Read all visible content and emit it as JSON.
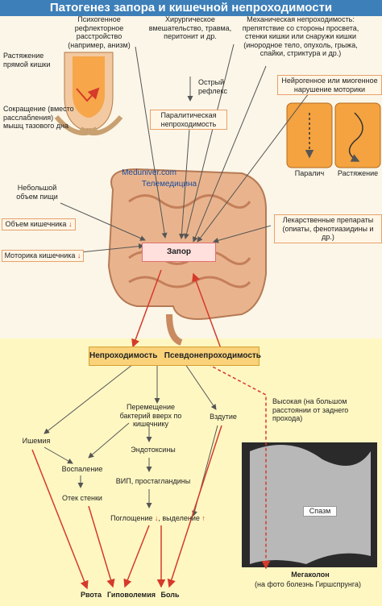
{
  "title": "Патогенез запора и кишечной непроходимости",
  "labels": {
    "psych": "Психогенное рефлекторное расстройство (например, анизм)",
    "surgery": "Хирургическое вмешательство, травма, перитонит и др.",
    "mech": "Механическая непроходимость: препятствие со стороны просвета, стенки кишки или снаружи кишки (инородное тело, опухоль, грыжа, спайки, стриктура и др.)",
    "stretch_rect": "Растяжение прямой кишки",
    "contraction": "Сокращение (вместо расслабления) мышц тазового дна",
    "acute_reflex": "Острый рефлекс",
    "neuro": "Нейрогенное или миогенное нарушение моторики",
    "paralytic": "Паралитическая непроходимость",
    "small_food": "Небольшой объем пищи",
    "volume": "Объем кишечника",
    "motility": "Моторика кишечника",
    "drugs": "Лекарственные препараты (опиаты, фенотиазидины и др.)",
    "paralysis": "Паралич",
    "stretching": "Растяжение",
    "constipation": "Запор",
    "obstruction": "Непроходимость",
    "pseudo": "Псевдонепроходимость",
    "bacteria": "Перемещение бактерий вверх по кишечнику",
    "bloating": "Вздутие",
    "high": "Высокая (на большом расстоянии от заднего прохода)",
    "ischemia": "Ишемия",
    "endotoxins": "Эндотоксины",
    "inflammation": "Воспаление",
    "vip": "ВИП, простагландины",
    "edema": "Отек стенки",
    "absorb": "Поглощение",
    "secrete": "выделение",
    "spasm": "Спазм",
    "vomit": "Рвота",
    "hypovolemia": "Гиповолемия",
    "pain": "Боль",
    "megacolon": "Мегаколон",
    "megacolon_note": "(на фото болезнь Гиршспрунга)",
    "watermark1": "Meduniver.com",
    "watermark2": "Телемедицина"
  },
  "colors": {
    "title_bg": "#3d7fb8",
    "red": "#d53a2a",
    "box_border": "#e8a06a"
  }
}
